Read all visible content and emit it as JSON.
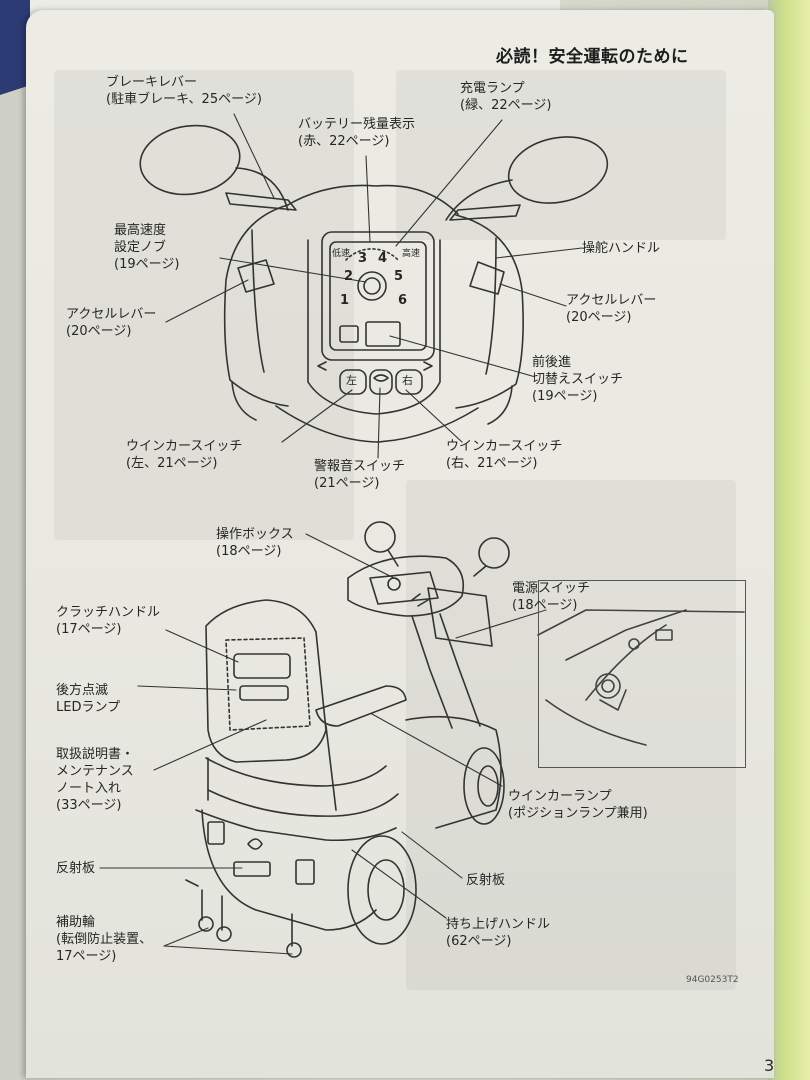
{
  "page": {
    "header": "必読！安全運転のために",
    "page_number": "3",
    "part_code": "94G0253T2"
  },
  "labels": {
    "brake_lever": [
      "ブレーキレバー",
      "(駐車ブレーキ、25ページ)"
    ],
    "battery": [
      "バッテリー残量表示",
      "(赤、22ページ)"
    ],
    "charge_lamp": [
      "充電ランプ",
      "(緑、22ページ)"
    ],
    "speed_knob": [
      "最高速度",
      "設定ノブ",
      "(19ページ)"
    ],
    "steering": [
      "操舵ハンドル"
    ],
    "accel_left": [
      "アクセルレバー",
      "(20ページ)"
    ],
    "accel_right": [
      "アクセルレバー",
      "(20ページ)"
    ],
    "fwd_rev": [
      "前後進",
      "切替えスイッチ",
      "(19ページ)"
    ],
    "winker_left": [
      "ウインカースイッチ",
      "(左、21ページ)"
    ],
    "horn": [
      "警報音スイッチ",
      "(21ページ)"
    ],
    "winker_right": [
      "ウインカースイッチ",
      "(右、21ページ)"
    ],
    "control_box": [
      "操作ボックス",
      "(18ページ)"
    ],
    "power_switch": [
      "電源スイッチ",
      "(18ページ)"
    ],
    "clutch": [
      "クラッチハンドル",
      "(17ページ)"
    ],
    "rear_led": [
      "後方点滅",
      "LEDランプ"
    ],
    "manual_pocket": [
      "取扱説明書・",
      "メンテナンス",
      "ノート入れ",
      "(33ページ)"
    ],
    "winker_lamp": [
      "ウインカーランプ",
      "(ポジションランプ兼用)"
    ],
    "reflector_left": [
      "反射板"
    ],
    "reflector_right": [
      "反射板"
    ],
    "lift_handle": [
      "持ち上げハンドル",
      "(62ページ)"
    ],
    "aux_wheel": [
      "補助輪",
      "(転倒防止装置、",
      "17ページ)"
    ]
  },
  "panel": {
    "left_button": "左",
    "right_button": "右",
    "dial_numbers": [
      "1",
      "2",
      "3",
      "4",
      "5",
      "6"
    ],
    "low_speed": "低速",
    "high_speed": "高速"
  }
}
